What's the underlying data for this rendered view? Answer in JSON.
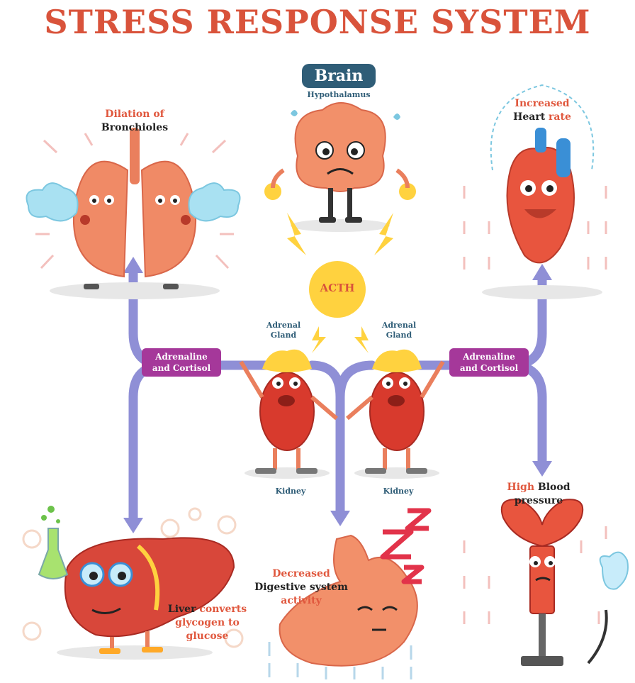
{
  "title": "STRESS RESPONSE SYSTEM",
  "brain": {
    "label": "Brain",
    "sublabel": "Hypothalamus"
  },
  "hormone": "ACTH",
  "adrenal": {
    "left_label": "Adrenal\nGland",
    "right_label": "Adrenal\nGland"
  },
  "kidney": {
    "left_label": "Kidney",
    "right_label": "Kidney"
  },
  "pathway": {
    "left": "Adrenaline\nand Cortisol",
    "right": "Adrenaline\nand Cortisol"
  },
  "effects": {
    "lungs": {
      "colored": "Dilation of",
      "plain": "Bronchioles"
    },
    "heart": {
      "colored": "Increased",
      "plain": "Heart",
      "colored2": "rate"
    },
    "blood": {
      "colored": "High",
      "plain": "Blood",
      "plain2": "pressure"
    },
    "digestion": {
      "colored": "Decreased",
      "plain": "Digestive system",
      "colored2": "activity"
    },
    "liver": {
      "plain": "Liver",
      "colored": "converts",
      "colored2": "glycogen to",
      "colored3": "glucose"
    }
  },
  "colors": {
    "title": "#d9533b",
    "brain_pill": "#2f5d77",
    "pathway_pill": "#a5389a",
    "arrow": "#8f8fd6",
    "organ": "#ea7f5d",
    "acth": "#ffd23f"
  }
}
